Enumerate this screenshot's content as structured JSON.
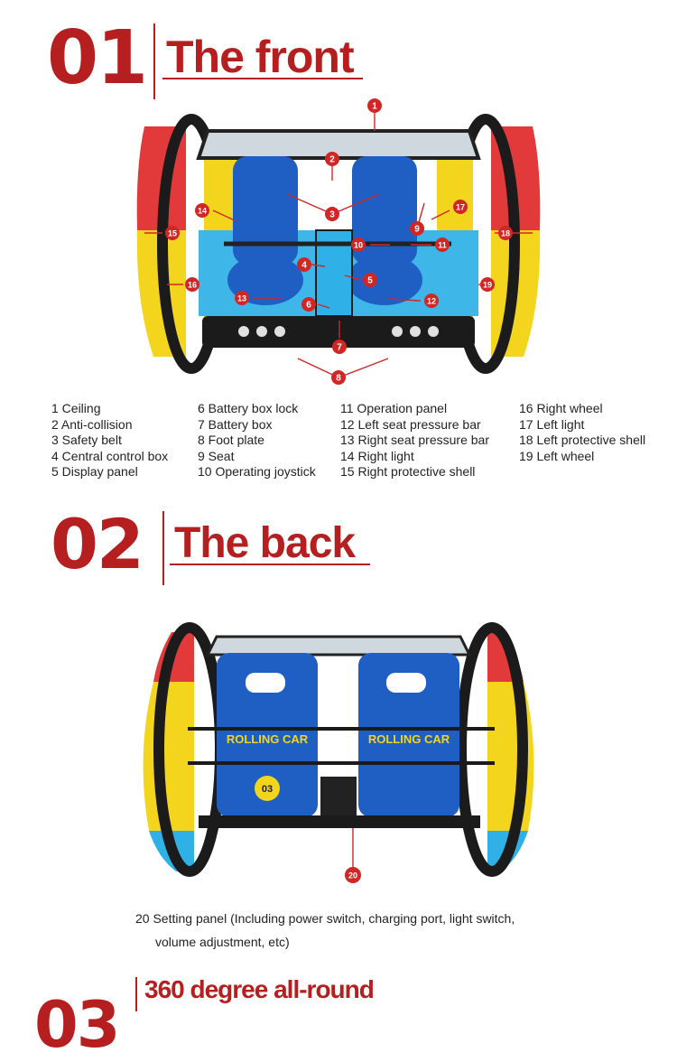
{
  "section1": {
    "number": "01",
    "title": "The front"
  },
  "front_legend": [
    [
      "1 Ceiling",
      "2 Anti-collision",
      "3 Safety belt",
      "4 Central control box",
      "5 Display panel"
    ],
    [
      "6 Battery box lock",
      "7 Battery box",
      "8 Foot plate",
      "9 Seat",
      "10 Operating joystick"
    ],
    [
      "11 Operation panel",
      "12 Left seat pressure bar",
      "13 Right seat pressure bar",
      "14 Right light",
      "15 Right protective shell"
    ],
    [
      "16 Right wheel",
      "17 Left light",
      "18 Left protective shell",
      "19 Left wheel"
    ]
  ],
  "front_callouts": [
    "1",
    "2",
    "3",
    "4",
    "5",
    "6",
    "7",
    "8",
    "9",
    "10",
    "11",
    "12",
    "13",
    "14",
    "15",
    "16",
    "17",
    "18",
    "19"
  ],
  "section2": {
    "number": "02",
    "title": "The back"
  },
  "back_callout": "20",
  "back_note": {
    "line1": "20 Setting panel (Including power switch, charging port, light switch,",
    "line2": "volume adjustment, etc)"
  },
  "section3": {
    "number": "03",
    "title": "360 degree all-round"
  },
  "seat_text": {
    "logo": "ROLLING CAR",
    "seat_number": "03"
  },
  "colors": {
    "accent": "#b51f1f",
    "callout": "#d12626",
    "shell_red": "#e23a3a",
    "shell_yellow": "#f2d51c",
    "shell_blue": "#2fb0e6",
    "seat_blue": "#1f5fc4"
  }
}
